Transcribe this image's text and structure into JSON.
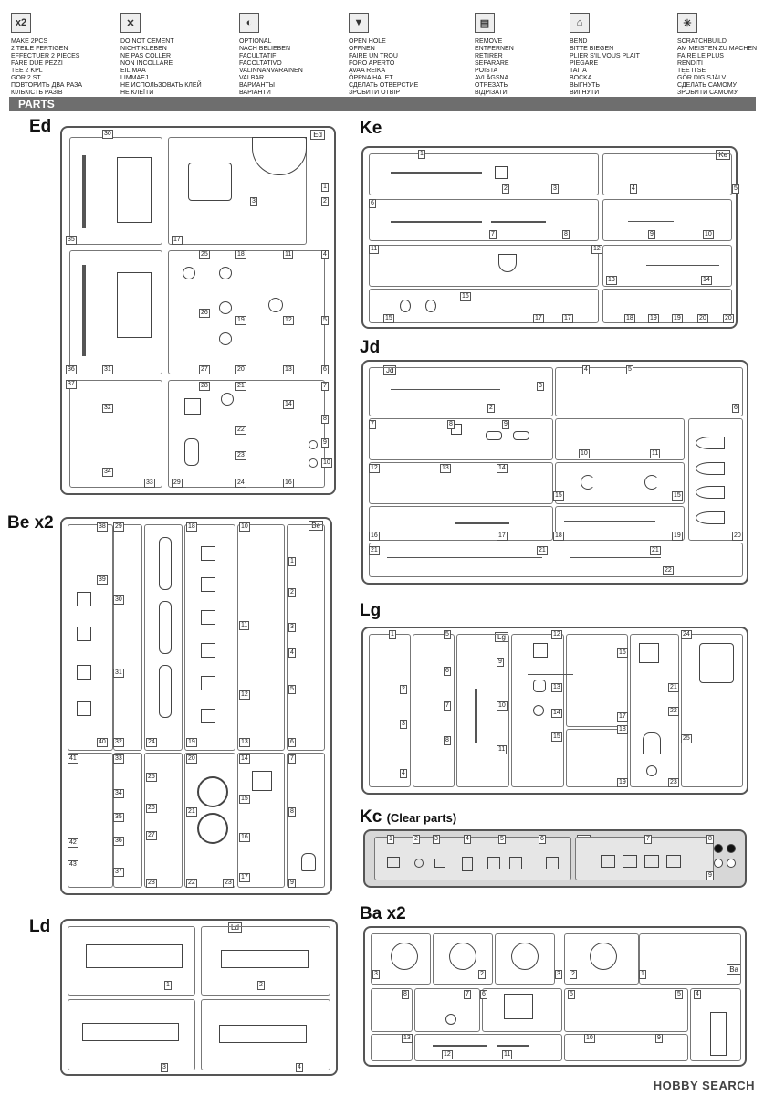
{
  "legend": [
    {
      "icon": "x2",
      "lines": [
        "MAKE 2pcs",
        "2 TEILE FERTIGEN",
        "EFFECTUER 2 PIECES",
        "FARE DUE PEZZI",
        "TEE 2 KPL",
        "GOR 2 ST",
        "ПОВТОРИТЬ ДВА РАЗА",
        "КІЛЬКІСТЬ РАЗІВ"
      ]
    },
    {
      "icon": "no-cement",
      "lines": [
        "DO NOT CEMENT",
        "NICHT KLEBEN",
        "NE PAS COLLER",
        "NON INCOLLARE",
        "EILIMAA",
        "LIMMAEJ",
        "НЕ ИСПОЛЬЗОВАТЬ КЛЕЙ",
        "НЕ КЛЕЇТИ"
      ]
    },
    {
      "icon": "optional",
      "lines": [
        "OPTIONAL",
        "NACH BELIEBEN",
        "FACULTATIF",
        "FACOLTATIVO",
        "VALINNANVARAINEN",
        "VALBAR",
        "ВАРИАНТЫ",
        "ВАРІАНТИ"
      ]
    },
    {
      "icon": "open-hole",
      "lines": [
        "OPEN  HOLE",
        "OFFNEN",
        "FAIRE UN TROU",
        "FORO APERTO",
        "AVAA REIKA",
        "ÖPPNA HALET",
        "СДЕЛАТЬ ОТВЕРСТИЕ",
        "ЗРОБИТИ ОТВІР"
      ]
    },
    {
      "icon": "remove",
      "lines": [
        "REMOVE",
        "ENTFERNEN",
        "RETIRER",
        "SEPARARE",
        "POISTA",
        "AVLÄGSNA",
        "ОТРЕЗАТЬ",
        "ВІДРІЗАТИ"
      ]
    },
    {
      "icon": "bend",
      "lines": [
        "BEND",
        "BITTE BIEGEN",
        "PLIER S'IL VOUS PLAIT",
        "PIEGARE",
        "TAITA",
        "BOCKA",
        "ВЫГНУТЬ",
        "ВИГНУТИ"
      ]
    },
    {
      "icon": "scratchbuild",
      "lines": [
        "SCRATCHBUILD",
        "AM MEISTEN ZU MACHEN",
        "FAIRE LE PLUS",
        "RENDITI",
        "TEE ITSE",
        "GÖR DIG SJÄLV",
        "СДЕЛАТЬ САМОМУ",
        "ЗРОБИТИ САМОМУ"
      ]
    }
  ],
  "parts_title": "PARTS",
  "trees": {
    "ed": {
      "label": "Ed",
      "tag": "Ed",
      "nums": [
        "30",
        "35",
        "17",
        "1",
        "3",
        "2",
        "25",
        "18",
        "11",
        "4",
        "26",
        "19",
        "12",
        "5",
        "36",
        "31",
        "27",
        "20",
        "13",
        "6",
        "37",
        "28",
        "21",
        "14",
        "7",
        "32",
        "22",
        "8",
        "23",
        "9",
        "34",
        "33",
        "29",
        "24",
        "16",
        "10"
      ]
    },
    "ke": {
      "label": "Ke",
      "tag": "Ke",
      "nums": [
        "1",
        "2",
        "3",
        "4",
        "5",
        "6",
        "7",
        "8",
        "9",
        "10",
        "11",
        "12",
        "13",
        "14",
        "15",
        "16",
        "17",
        "17",
        "18",
        "19",
        "19",
        "20",
        "20"
      ]
    },
    "jd": {
      "label": "Jd",
      "tag": "Jd",
      "nums": [
        "2",
        "3",
        "4",
        "5",
        "6",
        "7",
        "8",
        "9",
        "10",
        "11",
        "12",
        "13",
        "14",
        "15",
        "15",
        "16",
        "17",
        "18",
        "19",
        "20",
        "21",
        "21",
        "21",
        "22"
      ]
    },
    "lg": {
      "label": "Lg",
      "tag": "Lg",
      "nums": [
        "1",
        "5",
        "12",
        "24",
        "2",
        "6",
        "9",
        "13",
        "16",
        "21",
        "3",
        "7",
        "10",
        "14",
        "17",
        "22",
        "25",
        "4",
        "8",
        "11",
        "15",
        "18",
        "19",
        "23"
      ]
    },
    "be": {
      "label": "Be x2",
      "tag": "Be",
      "nums": [
        "38",
        "29",
        "18",
        "10",
        "1",
        "39",
        "30",
        "2",
        "3",
        "11",
        "4",
        "31",
        "12",
        "5",
        "40",
        "32",
        "24",
        "19",
        "13",
        "6",
        "41",
        "33",
        "25",
        "20",
        "14",
        "7",
        "34",
        "26",
        "15",
        "8",
        "35",
        "27",
        "21",
        "16",
        "42",
        "36",
        "43",
        "37",
        "28",
        "22",
        "23",
        "17",
        "9"
      ]
    },
    "kc": {
      "label": "Kc",
      "sub": "(Clear parts)",
      "tag": "Kc",
      "nums": [
        "1",
        "2",
        "3",
        "4",
        "5",
        "6",
        "7",
        "8",
        "9"
      ]
    },
    "ld": {
      "label": "Ld",
      "tag": "Ld",
      "nums": [
        "1",
        "2",
        "3",
        "4"
      ]
    },
    "ba": {
      "label": "Ba x2",
      "tag": "Ba",
      "nums": [
        "3",
        "2",
        "3",
        "2",
        "1",
        "8",
        "7",
        "6",
        "5",
        "5",
        "13",
        "10",
        "9",
        "12",
        "11",
        "4"
      ]
    }
  },
  "watermark": "HOBBY SEARCH"
}
